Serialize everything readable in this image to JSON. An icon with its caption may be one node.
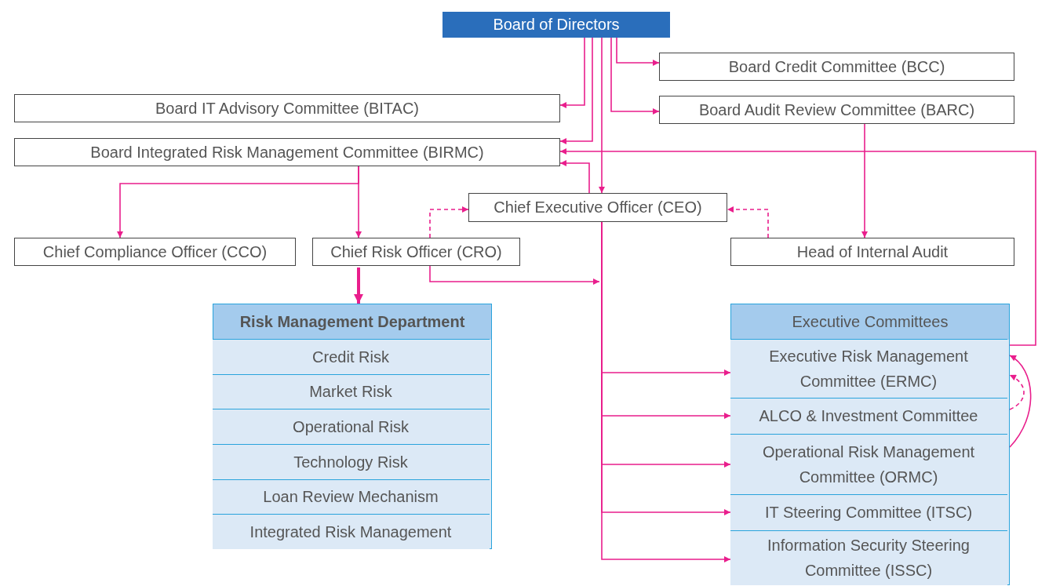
{
  "diagram": {
    "nodes": [
      {
        "text": [
          "Board of Directors"
        ]
      },
      {
        "text": [
          "Board Credit Committee (BCC)"
        ]
      },
      {
        "text": [
          "Board IT Advisory Committee (BITAC)"
        ]
      },
      {
        "text": [
          "Board Audit Review Committee (BARC)"
        ]
      },
      {
        "text": [
          "Board Integrated Risk Management Committee (BIRMC)"
        ]
      },
      {
        "text": [
          "Chief Executive Officer (CEO)"
        ]
      },
      {
        "text": [
          "Chief Compliance Officer (CCO)"
        ]
      },
      {
        "text": [
          "Chief Risk Officer (CRO)"
        ]
      },
      {
        "text": [
          "Head of Internal Audit"
        ]
      },
      {
        "text": [
          "Risk Management Department"
        ]
      },
      {
        "text": [
          "Credit Risk"
        ],
        "in": 9
      },
      {
        "text": [
          "Market Risk"
        ],
        "in": 9
      },
      {
        "text": [
          "Operational Risk"
        ],
        "in": 9
      },
      {
        "text": [
          "Technology Risk"
        ],
        "in": 9
      },
      {
        "text": [
          "Loan Review Mechanism"
        ],
        "in": 9
      },
      {
        "text": [
          "Integrated Risk Management"
        ],
        "in": 9
      },
      {
        "text": [
          "Executive Committees"
        ]
      },
      {
        "text": [
          "Executive Risk Management Committee (ERMC)"
        ],
        "in": 16
      },
      {
        "text": [
          "ALCO & Investment Committee"
        ],
        "in": 16
      },
      {
        "text": [
          "Operational Risk Management Committee (ORMC)"
        ],
        "in": 16
      },
      {
        "text": [
          "IT Steering Committee (ITSC)"
        ],
        "in": 16
      },
      {
        "text": [
          "Information Security Steering Committee (ISSC)"
        ],
        "in": 16
      }
    ],
    "edges": [
      {
        "from": 0,
        "to": 1,
        "arrow": "to"
      },
      {
        "from": 0,
        "to": 2,
        "arrow": "to"
      },
      {
        "from": 0,
        "to": 3,
        "arrow": "to"
      },
      {
        "from": 0,
        "to": 4,
        "arrow": "to"
      },
      {
        "from": 0,
        "to": 5,
        "arrow": "to"
      },
      {
        "from": 5,
        "to": 4,
        "arrow": "to"
      },
      {
        "from": 17,
        "to": 4,
        "arrow": "to"
      },
      {
        "from": 3,
        "to": 8,
        "arrow": "to"
      },
      {
        "from": 4,
        "to": 6,
        "arrow": "to"
      },
      {
        "from": 4,
        "to": 7,
        "arrow": "to"
      },
      {
        "from": 7,
        "to": 5,
        "arrow": "to",
        "style": "dashed"
      },
      {
        "from": 8,
        "to": 5,
        "arrow": "to",
        "style": "dashed"
      },
      {
        "from": 7,
        "to": 9,
        "arrow": "to",
        "style": "thick"
      },
      {
        "from": 7,
        "to": null,
        "arrow": "to"
      },
      {
        "from": 5,
        "to": 17,
        "arrow": "to"
      },
      {
        "from": 5,
        "to": 18,
        "arrow": "to"
      },
      {
        "from": 5,
        "to": 19,
        "arrow": "to"
      },
      {
        "from": 5,
        "to": 20,
        "arrow": "to"
      },
      {
        "from": 5,
        "to": 21,
        "arrow": "to"
      },
      {
        "from": 19,
        "to": 17,
        "arrow": "to"
      },
      {
        "from": 18,
        "to": 17,
        "arrow": "to",
        "style": "dashed"
      }
    ]
  }
}
